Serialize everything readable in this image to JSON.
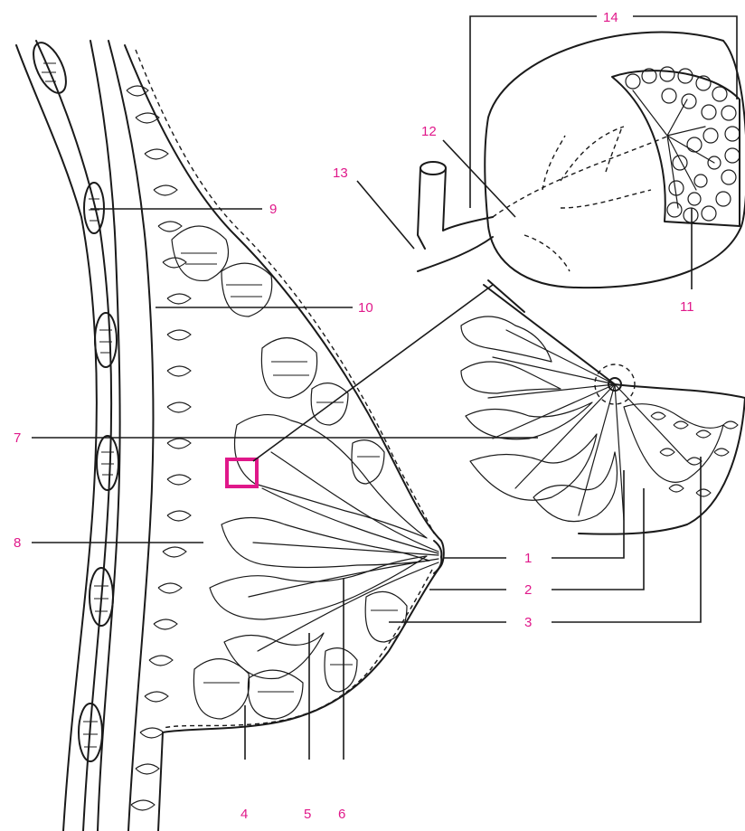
{
  "labels": {
    "l1": "1",
    "l2": "2",
    "l3": "3",
    "l4": "4",
    "l5": "5",
    "l6": "6",
    "l7": "7",
    "l8": "8",
    "l9": "9",
    "l10": "10",
    "l11": "11",
    "l12": "12",
    "l13": "13",
    "l14": "14"
  },
  "colors": {
    "label": "#e0188a",
    "highlight": "#e0188a",
    "ink": "#1a1a1a"
  }
}
